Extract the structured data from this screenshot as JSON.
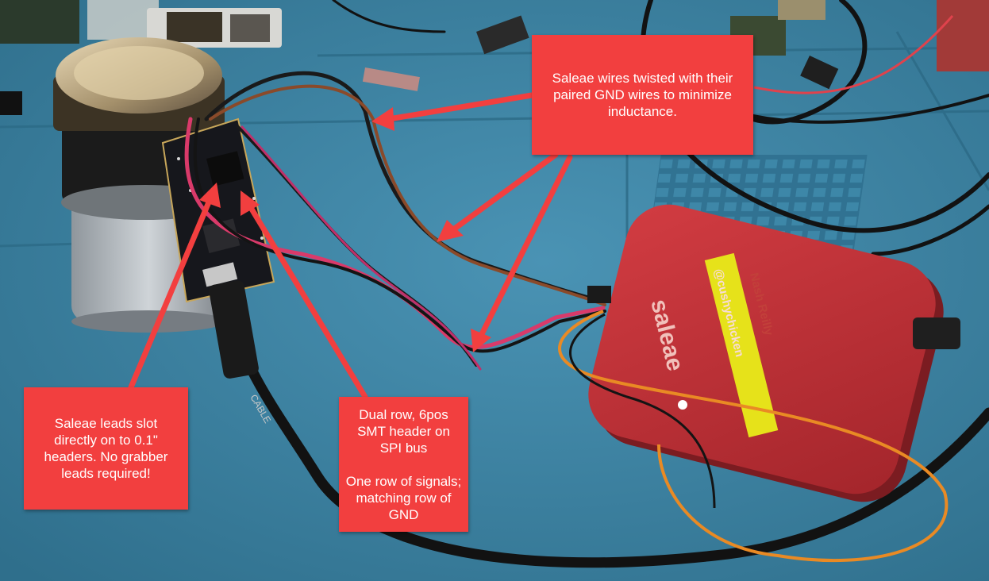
{
  "callouts": {
    "twisted_wires": "Saleae wires twisted with their paired GND wires to minimize inductance.",
    "leads_slot": "Saleae leads slot directly on to 0.1\" headers. No grabber leads required!",
    "header": "Dual row, 6pos SMT header on SPI bus\n\nOne row of signals; matching row of GND"
  },
  "device": {
    "brand": "saleae",
    "label_name": "Nash Reilly",
    "label_handle": "@cushychicken"
  },
  "cable": {
    "marking": "CABLE"
  },
  "colors": {
    "mat": "#3f86a6",
    "callout": "#f23f3f",
    "device": "#c8333a",
    "sticker": "#e6e21a"
  }
}
